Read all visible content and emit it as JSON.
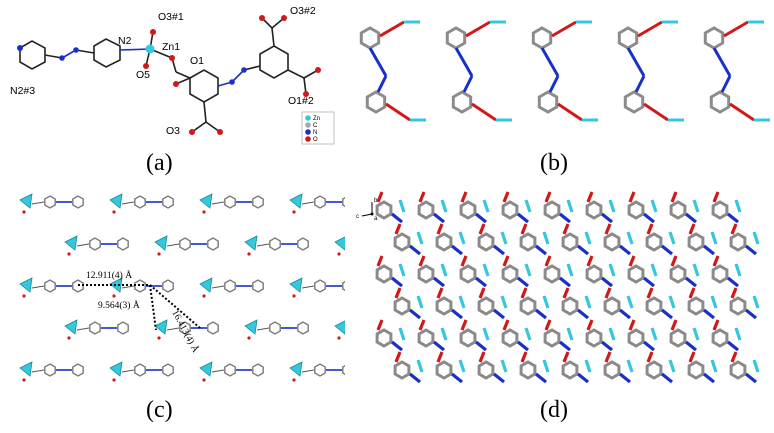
{
  "captions": {
    "a": "(a)",
    "b": "(b)",
    "c": "(c)",
    "d": "(d)"
  },
  "panel_a": {
    "labels": {
      "o3_1": "O3#1",
      "n2": "N2",
      "zn1": "Zn1",
      "o1": "O1",
      "o5": "O5",
      "o3_2": "O3#2",
      "n2_3": "N2#3",
      "o1_2": "O1#2",
      "o3": "O3"
    },
    "legend": [
      {
        "symbol": "Zn",
        "color": "#33c8dd"
      },
      {
        "symbol": "C",
        "color": "#a8a8a8"
      },
      {
        "symbol": "N",
        "color": "#1830c8"
      },
      {
        "symbol": "O",
        "color": "#d21818"
      }
    ]
  },
  "panel_c": {
    "distances": {
      "d1": "12.911(4) Å",
      "d2": "9.564(3) Å",
      "d3": "16.413(4) Å"
    }
  },
  "panel_d": {
    "axes": {
      "b": "b",
      "c": "c",
      "a": "a"
    }
  },
  "colors": {
    "zn": "#33c8dd",
    "carbon": "#8c8c8c",
    "nitrogen": "#1830c8",
    "oxygen": "#d21818"
  }
}
